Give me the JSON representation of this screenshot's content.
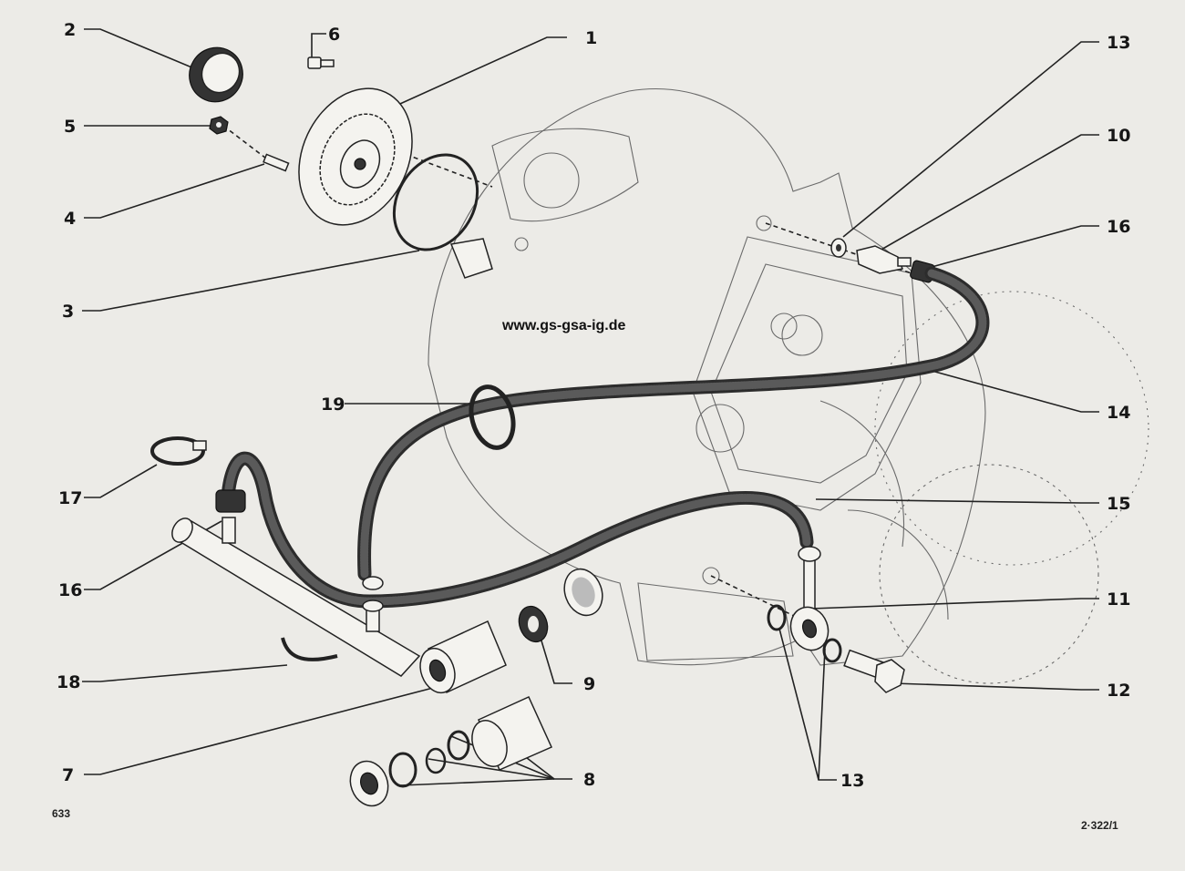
{
  "diagram": {
    "watermark": "www.gs-gsa-ig.de",
    "page_code": "633",
    "figure_code": "2·322/1",
    "labels": [
      {
        "id": "l2",
        "text": "2"
      },
      {
        "id": "l6",
        "text": "6"
      },
      {
        "id": "l1",
        "text": "1"
      },
      {
        "id": "l5",
        "text": "5"
      },
      {
        "id": "l4",
        "text": "4"
      },
      {
        "id": "l3",
        "text": "3"
      },
      {
        "id": "l13a",
        "text": "13"
      },
      {
        "id": "l10",
        "text": "10"
      },
      {
        "id": "l16a",
        "text": "16"
      },
      {
        "id": "l19",
        "text": "19"
      },
      {
        "id": "l14",
        "text": "14"
      },
      {
        "id": "l17",
        "text": "17"
      },
      {
        "id": "l15",
        "text": "15"
      },
      {
        "id": "l16b",
        "text": "16"
      },
      {
        "id": "l11",
        "text": "11"
      },
      {
        "id": "l18",
        "text": "18"
      },
      {
        "id": "l9",
        "text": "9"
      },
      {
        "id": "l12",
        "text": "12"
      },
      {
        "id": "l7",
        "text": "7"
      },
      {
        "id": "l8",
        "text": "8"
      },
      {
        "id": "l13b",
        "text": "13"
      }
    ]
  }
}
